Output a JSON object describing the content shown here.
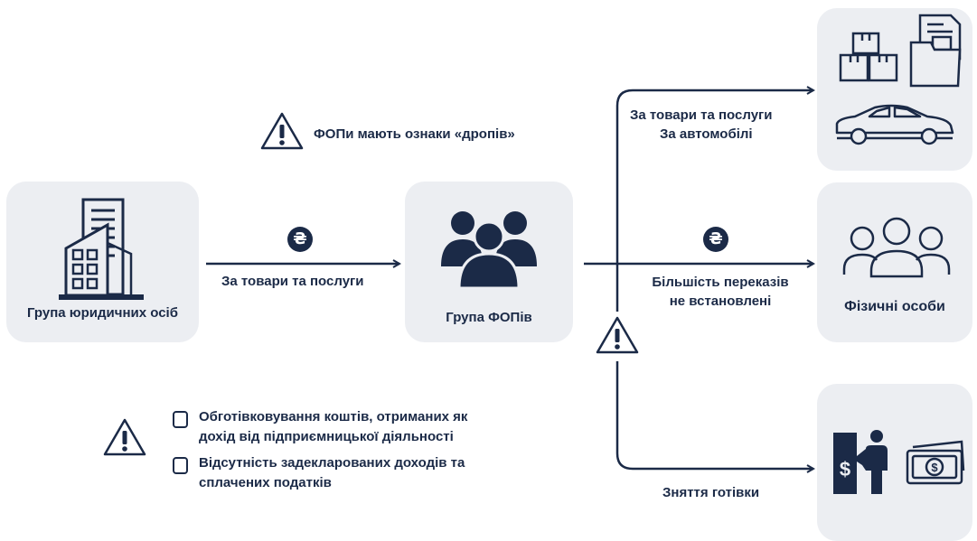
{
  "colors": {
    "navy": "#1b2a47",
    "box_bg": "#eceef2",
    "white": "#ffffff"
  },
  "legal_entities": {
    "label": "Група юридичних осіб",
    "icon": "office-buildings-icon"
  },
  "fop_group": {
    "label": "Група ФОПів",
    "icon": "people-group-icon"
  },
  "individuals": {
    "label": "Фізичні особи",
    "icon": "people-outline-icon"
  },
  "goods_box": {
    "icons": [
      "boxes-icon",
      "documents-folder-icon",
      "car-icon"
    ]
  },
  "cash_box": {
    "icons": [
      "atm-person-icon",
      "cash-banknote-icon"
    ]
  },
  "flows": {
    "left": {
      "label": "За товари та послуги",
      "icon": "hryvnia-icon",
      "symbol": "₴"
    },
    "top_line1": "За товари та послуги",
    "top_line2": "За автомобілі",
    "middle_line1": "Більшість переказів",
    "middle_line2": "не встановлені",
    "middle_icon": "hryvnia-icon",
    "middle_symbol": "₴",
    "bottom": "Зняття готівки"
  },
  "warnings": {
    "top": "ФОПи мають ознаки «дропів»",
    "list": [
      {
        "line1": "Обготівковування коштів, отриманих як",
        "line2": "дохід від підприємницької діяльності"
      },
      {
        "line1": "Відсутність задекларованих доходів та",
        "line2": "сплачених податків"
      }
    ]
  }
}
